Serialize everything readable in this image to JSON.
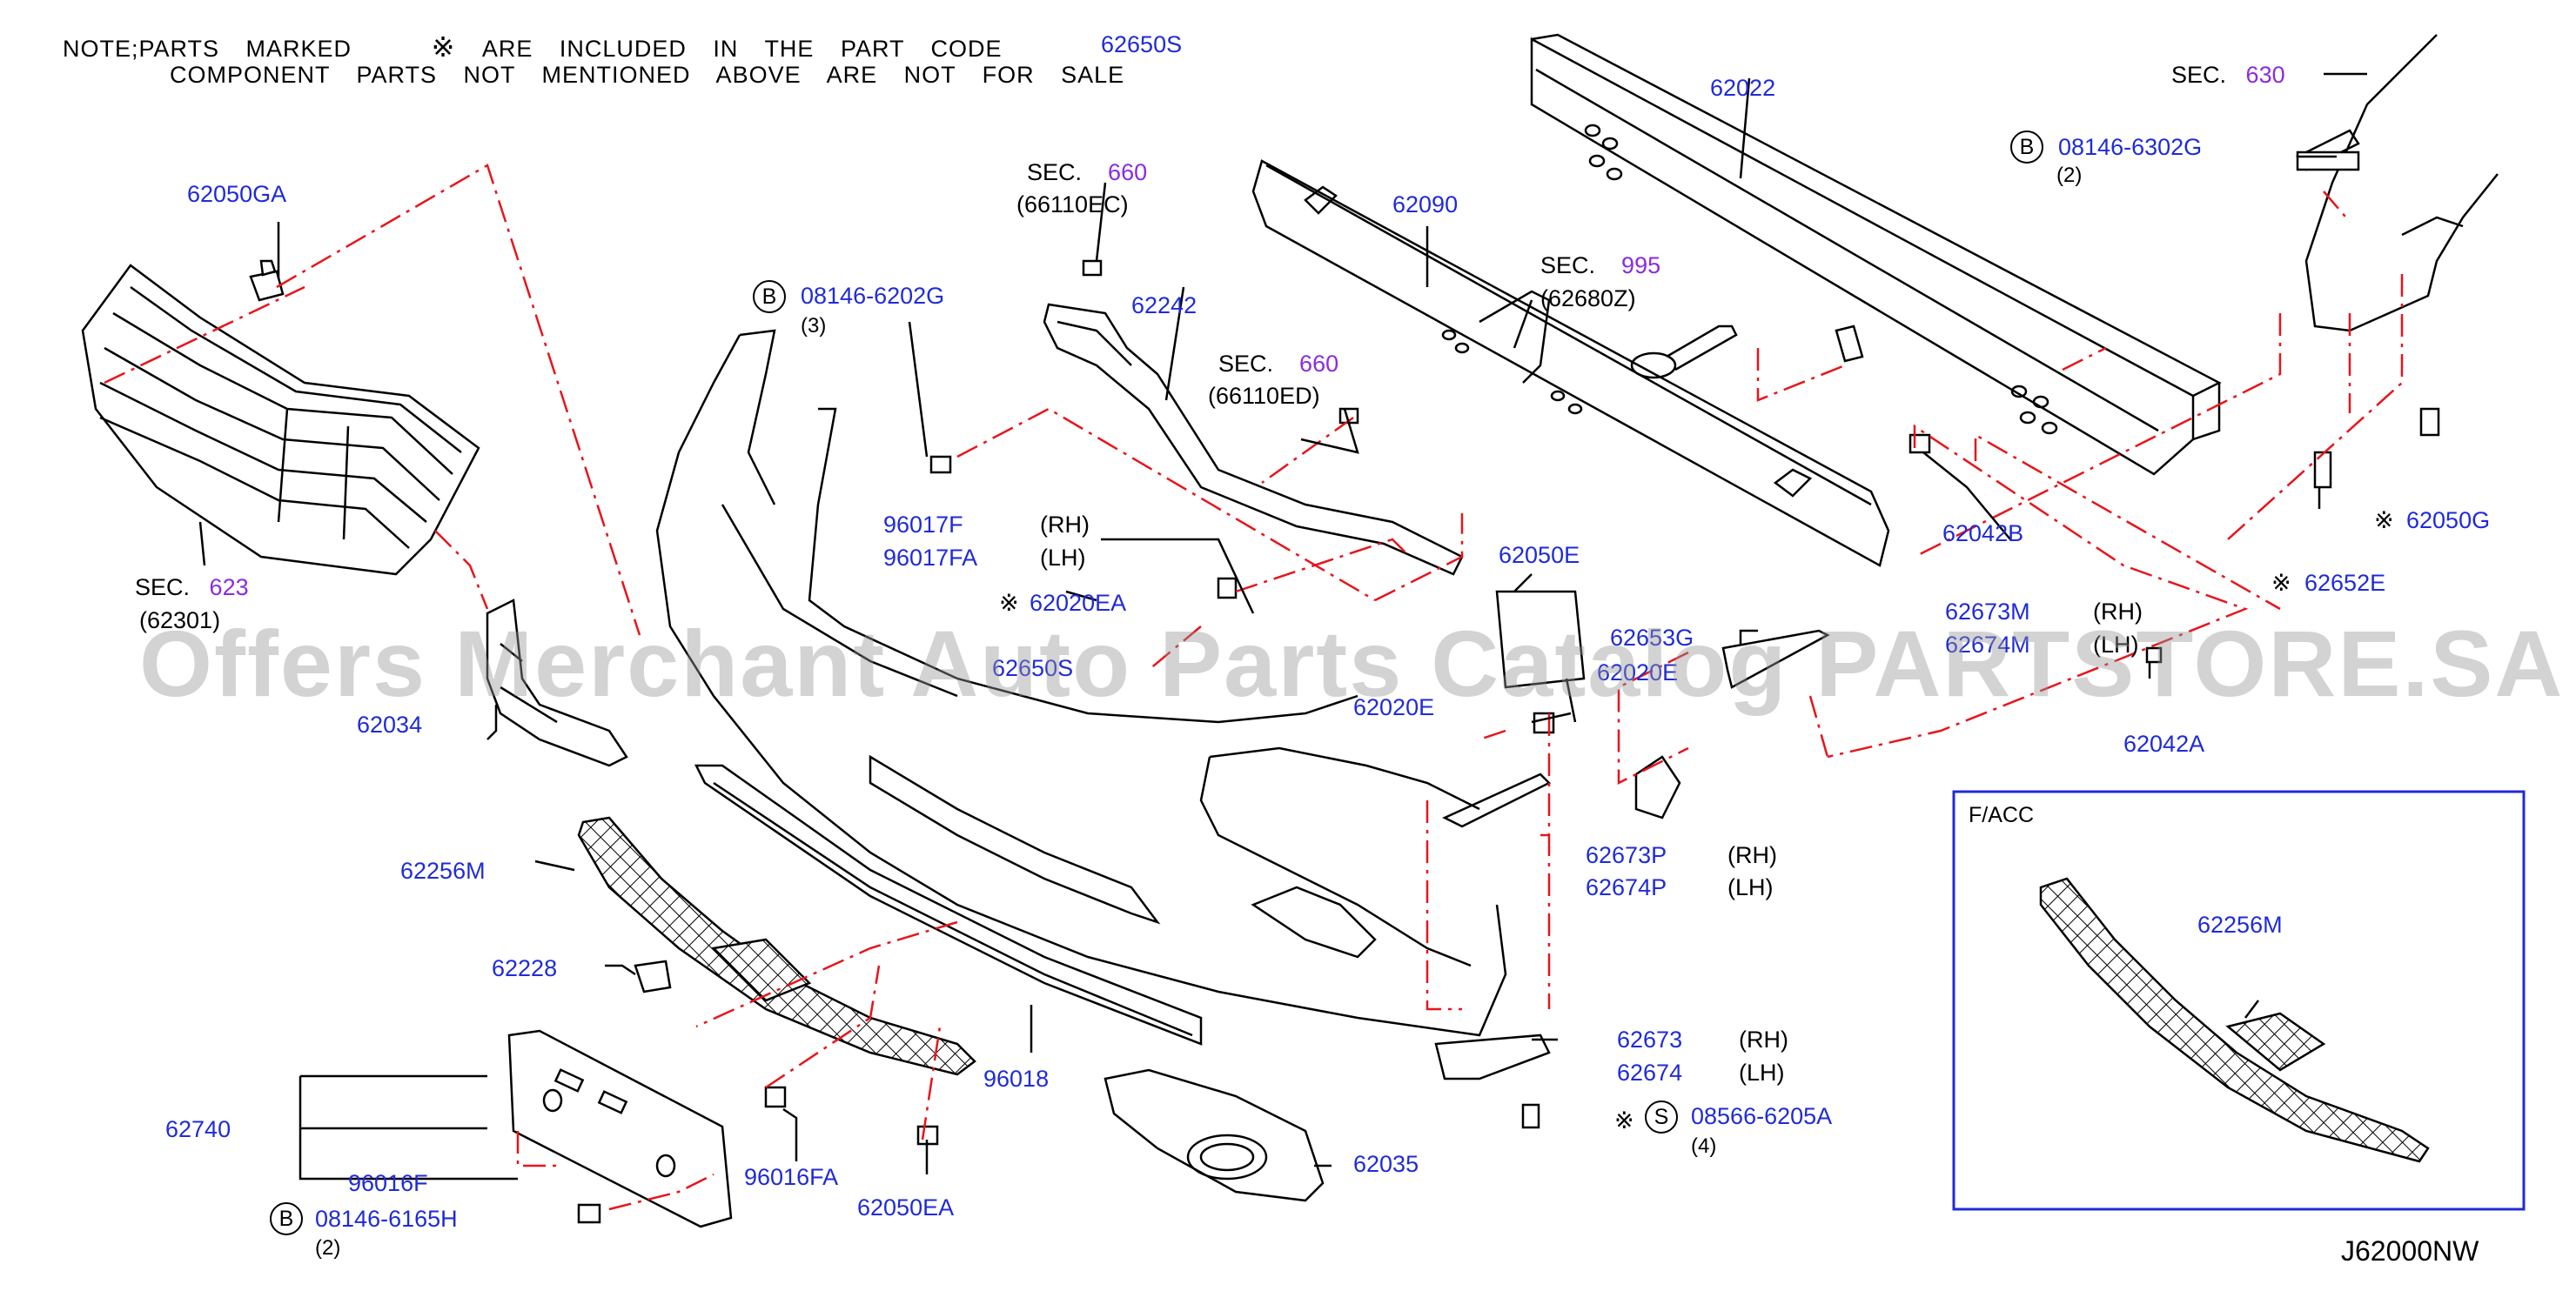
{
  "notes": {
    "line1_prefix": "NOTE;PARTS MARKED",
    "mark": "※",
    "line1_suffix": "ARE INCLUDED IN THE PART CODE",
    "line1_code": "62650S",
    "line2": "COMPONENT PARTS NOT MENTIONED ABOVE ARE NOT FOR SALE"
  },
  "sec_refs": [
    {
      "id": "sec623",
      "prefix": "SEC.",
      "num": "623",
      "sub": "(62301)"
    },
    {
      "id": "sec660a",
      "prefix": "SEC.",
      "num": "660",
      "sub": "(66110EC)"
    },
    {
      "id": "sec660b",
      "prefix": "SEC.",
      "num": "660",
      "sub": "(66110ED)"
    },
    {
      "id": "sec995",
      "prefix": "SEC.",
      "num": "995",
      "sub": "(62680Z)"
    },
    {
      "id": "sec630",
      "prefix": "SEC.",
      "num": "630",
      "sub": ""
    }
  ],
  "bolt_refs": [
    {
      "id": "b1",
      "symbol": "B",
      "code": "08146-6202G",
      "qty": "(3)"
    },
    {
      "id": "b2",
      "symbol": "B",
      "code": "08146-6302G",
      "qty": "(2)"
    },
    {
      "id": "b3",
      "symbol": "B",
      "code": "08146-6165H",
      "qty": "(2)"
    },
    {
      "id": "s1",
      "symbol": "S",
      "code": "08566-6205A",
      "qty": "(4)"
    }
  ],
  "parts": {
    "p62050GA": "62050GA",
    "p62022": "62022",
    "p62090": "62090",
    "p62242": "62242",
    "p62050E": "62050E",
    "p96017F": "96017F",
    "p96017FA": "96017FA",
    "p62020EA": "62020EA",
    "p62653G": "62653G",
    "p62020E": "62020E",
    "p62042B": "62042B",
    "p62050G": "62050G",
    "p62652E": "62652E",
    "p62673M": "62673M",
    "p62674M": "62674M",
    "p62042A": "62042A",
    "p62034": "62034",
    "p62256M": "62256M",
    "p62228": "62228",
    "p62740": "62740",
    "p96016F": "96016F",
    "p96016FA": "96016FA",
    "p62050EA": "62050EA",
    "p96018": "96018",
    "p62035": "62035",
    "p62673P": "62673P",
    "p62674P": "62674P",
    "p62673": "62673",
    "p62674": "62674",
    "p62650S": "62650S",
    "p62256M_facc": "62256M"
  },
  "sides": {
    "rh": "(RH)",
    "lh": "(LH)"
  },
  "mark": "※",
  "facc_label": "F/ACC",
  "diagram_code": "J62000NW",
  "watermark": "Offers Merchant Auto Parts Catalog PARTSTORE.SA",
  "colors": {
    "label_blue": "#1f2bd8",
    "sec_purple": "#8a2be2",
    "callout_red": "#e8141b",
    "line_black": "#000000"
  }
}
